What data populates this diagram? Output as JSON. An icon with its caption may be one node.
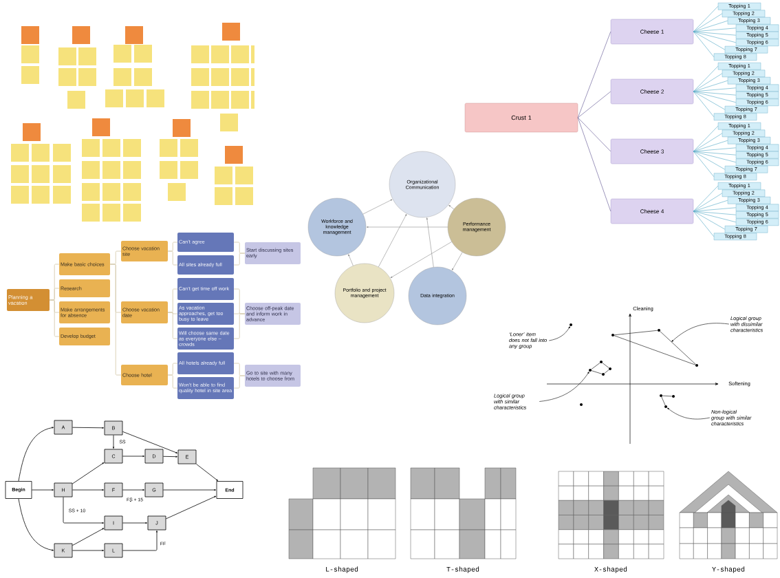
{
  "diagram": {
    "nodes": [
      {
        "text": [
          "Crust 1"
        ]
      },
      {
        "text": [
          "Cheese 1"
        ]
      },
      {
        "text": [
          "Topping 1"
        ]
      },
      {
        "text": [
          "Topping 2"
        ]
      },
      {
        "text": [
          "Topping 3"
        ]
      },
      {
        "text": [
          "Topping 4"
        ]
      },
      {
        "text": [
          "Topping 5"
        ]
      },
      {
        "text": [
          "Topping 6"
        ]
      },
      {
        "text": [
          "Topping 7"
        ]
      },
      {
        "text": [
          "Topping 8"
        ]
      },
      {
        "text": [
          "Cheese 2"
        ]
      },
      {
        "text": [
          "Topping 1"
        ]
      },
      {
        "text": [
          "Topping 2"
        ]
      },
      {
        "text": [
          "Topping 3"
        ]
      },
      {
        "text": [
          "Topping 4"
        ]
      },
      {
        "text": [
          "Topping 5"
        ]
      },
      {
        "text": [
          "Topping 6"
        ]
      },
      {
        "text": [
          "Topping 7"
        ]
      },
      {
        "text": [
          "Topping 8"
        ]
      },
      {
        "text": [
          "Cheese 3"
        ]
      },
      {
        "text": [
          "Topping 1"
        ]
      },
      {
        "text": [
          "Topping 2"
        ]
      },
      {
        "text": [
          "Topping 3"
        ]
      },
      {
        "text": [
          "Topping 4"
        ]
      },
      {
        "text": [
          "Topping 5"
        ]
      },
      {
        "text": [
          "Topping 6"
        ]
      },
      {
        "text": [
          "Topping 7"
        ]
      },
      {
        "text": [
          "Topping 8"
        ]
      },
      {
        "text": [
          "Cheese 4"
        ]
      },
      {
        "text": [
          "Topping 1"
        ]
      },
      {
        "text": [
          "Topping 2"
        ]
      },
      {
        "text": [
          "Topping 3"
        ]
      },
      {
        "text": [
          "Topping 4"
        ]
      },
      {
        "text": [
          "Topping 5"
        ]
      },
      {
        "text": [
          "Topping 6"
        ]
      },
      {
        "text": [
          "Topping 7"
        ]
      },
      {
        "text": [
          "Topping 8"
        ]
      },
      {
        "text": [
          "Organizational Communication"
        ]
      },
      {
        "text": [
          "Workforce and knowledge management"
        ]
      },
      {
        "text": [
          "Performance management"
        ]
      },
      {
        "text": [
          "Portfolio and project management"
        ]
      },
      {
        "text": [
          "Data integration"
        ]
      },
      {
        "text": [
          "Planning a vacation"
        ]
      },
      {
        "text": [
          "Make basic choices"
        ]
      },
      {
        "text": [
          "Research"
        ]
      },
      {
        "text": [
          "Make arrangements for absence"
        ]
      },
      {
        "text": [
          "Develop budget"
        ]
      },
      {
        "text": [
          "Choose vacation site"
        ]
      },
      {
        "text": [
          "Choose vacation date"
        ]
      },
      {
        "text": [
          "Choose hotel"
        ]
      },
      {
        "text": [
          "Can’t agree"
        ]
      },
      {
        "text": [
          "All sites already full"
        ]
      },
      {
        "text": [
          "Can’t get time off work"
        ]
      },
      {
        "text": [
          "As vacation approaches, get too busy to leave"
        ]
      },
      {
        "text": [
          "Will choose same date as everyone else – crowds"
        ]
      },
      {
        "text": [
          "All hotels already full"
        ]
      },
      {
        "text": [
          "Won’t be able to find quality hotel in site area"
        ]
      },
      {
        "text": [
          "Start discussing sites early"
        ]
      },
      {
        "text": [
          "Choose off-peak date and inform work in advance"
        ]
      },
      {
        "text": [
          "Go to site with many hotels to choose from"
        ]
      },
      {
        "text": [
          "‘Loner’ item does not fall into any group"
        ]
      },
      {
        "text": [
          "Logical group with dissimilar characteristics"
        ]
      },
      {
        "text": [
          "Logical group with similar characteristics"
        ]
      },
      {
        "text": [
          "Non-logical group with similar characteristics"
        ]
      },
      {
        "text": [],
        "shape": "circle"
      },
      {
        "text": [],
        "shape": "circle"
      },
      {
        "text": [],
        "shape": "circle"
      },
      {
        "text": [],
        "shape": "circle"
      },
      {
        "text": [],
        "shape": "circle"
      },
      {
        "text": [],
        "shape": "circle"
      },
      {
        "text": [],
        "shape": "circle"
      },
      {
        "text": [],
        "shape": "circle"
      },
      {
        "text": [],
        "shape": "circle"
      },
      {
        "text": [],
        "shape": "circle"
      },
      {
        "text": [],
        "shape": "circle"
      },
      {
        "text": [],
        "shape": "circle"
      },
      {
        "text": [
          "Begin"
        ]
      },
      {
        "text": [
          "A"
        ]
      },
      {
        "text": [
          "B"
        ]
      },
      {
        "text": [
          "C"
        ]
      },
      {
        "text": [
          "D"
        ]
      },
      {
        "text": [
          "E"
        ]
      },
      {
        "text": [
          "H"
        ]
      },
      {
        "text": [
          "F"
        ]
      },
      {
        "text": [
          "G"
        ]
      },
      {
        "text": [
          "I"
        ]
      },
      {
        "text": [
          "J"
        ]
      },
      {
        "text": [
          "K"
        ]
      },
      {
        "text": [
          "L"
        ]
      },
      {
        "text": [
          "End"
        ]
      }
    ],
    "edges": [
      {
        "from": 0,
        "to": 1,
        "arrow": "none",
        "color": "#5b4f8f"
      },
      {
        "from": 0,
        "to": 10,
        "arrow": "none",
        "color": "#5b4f8f"
      },
      {
        "from": 0,
        "to": 19,
        "arrow": "none",
        "color": "#5b4f8f"
      },
      {
        "from": 0,
        "to": 28,
        "arrow": "none",
        "color": "#5b4f8f"
      },
      {
        "from": 1,
        "to": 2,
        "arrow": "none",
        "color": "#4fa6c4"
      },
      {
        "from": 1,
        "to": 3,
        "arrow": "none",
        "color": "#4fa6c4"
      },
      {
        "from": 1,
        "to": 4,
        "arrow": "none",
        "color": "#4fa6c4"
      },
      {
        "from": 1,
        "to": 5,
        "arrow": "none",
        "color": "#4fa6c4"
      },
      {
        "from": 1,
        "to": 6,
        "arrow": "none",
        "color": "#4fa6c4"
      },
      {
        "from": 1,
        "to": 7,
        "arrow": "none",
        "color": "#4fa6c4"
      },
      {
        "from": 1,
        "to": 8,
        "arrow": "none",
        "color": "#4fa6c4"
      },
      {
        "from": 1,
        "to": 9,
        "arrow": "none",
        "color": "#4fa6c4"
      },
      {
        "from": 10,
        "to": 11,
        "arrow": "none",
        "color": "#4fa6c4"
      },
      {
        "from": 10,
        "to": 12,
        "arrow": "none",
        "color": "#4fa6c4"
      },
      {
        "from": 10,
        "to": 13,
        "arrow": "none",
        "color": "#4fa6c4"
      },
      {
        "from": 10,
        "to": 14,
        "arrow": "none",
        "color": "#4fa6c4"
      },
      {
        "from": 10,
        "to": 15,
        "arrow": "none",
        "color": "#4fa6c4"
      },
      {
        "from": 10,
        "to": 16,
        "arrow": "none",
        "color": "#4fa6c4"
      },
      {
        "from": 10,
        "to": 17,
        "arrow": "none",
        "color": "#4fa6c4"
      },
      {
        "from": 10,
        "to": 18,
        "arrow": "none",
        "color": "#4fa6c4"
      },
      {
        "from": 19,
        "to": 20,
        "arrow": "none",
        "color": "#4fa6c4"
      },
      {
        "from": 19,
        "to": 21,
        "arrow": "none",
        "color": "#4fa6c4"
      },
      {
        "from": 19,
        "to": 22,
        "arrow": "none",
        "color": "#4fa6c4"
      },
      {
        "from": 19,
        "to": 23,
        "arrow": "none",
        "color": "#4fa6c4"
      },
      {
        "from": 19,
        "to": 24,
        "arrow": "none",
        "color": "#4fa6c4"
      },
      {
        "from": 19,
        "to": 25,
        "arrow": "none",
        "color": "#4fa6c4"
      },
      {
        "from": 19,
        "to": 26,
        "arrow": "none",
        "color": "#4fa6c4"
      },
      {
        "from": 19,
        "to": 27,
        "arrow": "none",
        "color": "#4fa6c4"
      },
      {
        "from": 28,
        "to": 29,
        "arrow": "none",
        "color": "#4fa6c4"
      },
      {
        "from": 28,
        "to": 30,
        "arrow": "none",
        "color": "#4fa6c4"
      },
      {
        "from": 28,
        "to": 31,
        "arrow": "none",
        "color": "#4fa6c4"
      },
      {
        "from": 28,
        "to": 32,
        "arrow": "none",
        "color": "#4fa6c4"
      },
      {
        "from": 28,
        "to": 33,
        "arrow": "none",
        "color": "#4fa6c4"
      },
      {
        "from": 28,
        "to": 34,
        "arrow": "none",
        "color": "#4fa6c4"
      },
      {
        "from": 28,
        "to": 35,
        "arrow": "none",
        "color": "#4fa6c4"
      },
      {
        "from": 28,
        "to": 36,
        "arrow": "none",
        "color": "#4fa6c4"
      },
      {
        "from": 38,
        "to": 37,
        "arrow": "to",
        "color": "#8c8c8c"
      },
      {
        "from": 40,
        "to": 37,
        "arrow": "to",
        "color": "#8c8c8c"
      },
      {
        "from": 41,
        "to": 37,
        "arrow": "to",
        "color": "#8c8c8c"
      },
      {
        "from": 39,
        "to": 37,
        "arrow": "to",
        "color": "#8c8c8c"
      },
      {
        "from": 39,
        "to": 38,
        "arrow": "to",
        "color": "#8c8c8c"
      },
      {
        "from": 39,
        "to": 40,
        "arrow": "to",
        "color": "#8c8c8c"
      },
      {
        "from": 39,
        "to": 41,
        "arrow": "to",
        "color": "#8c8c8c"
      },
      {
        "from": 40,
        "to": 38,
        "arrow": "to",
        "color": "#8c8c8c"
      },
      {
        "from": 42,
        "to": 43,
        "arrow": "none",
        "color": "#d6cbae"
      },
      {
        "from": 42,
        "to": 44,
        "arrow": "none",
        "color": "#d6cbae"
      },
      {
        "from": 42,
        "to": 45,
        "arrow": "none",
        "color": "#d6cbae"
      },
      {
        "from": 42,
        "to": 46,
        "arrow": "none",
        "color": "#d6cbae"
      },
      {
        "from": 43,
        "to": 47,
        "arrow": "none",
        "color": "#d6cbae"
      },
      {
        "from": 43,
        "to": 48,
        "arrow": "none",
        "color": "#d6cbae"
      },
      {
        "from": 43,
        "to": 49,
        "arrow": "none",
        "color": "#d6cbae"
      },
      {
        "from": 47,
        "to": 50,
        "arrow": "none",
        "color": "#d6cbae"
      },
      {
        "from": 47,
        "to": 51,
        "arrow": "none",
        "color": "#d6cbae"
      },
      {
        "from": 48,
        "to": 52,
        "arrow": "none",
        "color": "#d6cbae"
      },
      {
        "from": 48,
        "to": 53,
        "arrow": "none",
        "color": "#d6cbae"
      },
      {
        "from": 48,
        "to": 54,
        "arrow": "none",
        "color": "#d6cbae"
      },
      {
        "from": 49,
        "to": 55,
        "arrow": "none",
        "color": "#d6cbae"
      },
      {
        "from": 49,
        "to": 56,
        "arrow": "none",
        "color": "#d6cbae"
      },
      {
        "from": 50,
        "to": 57,
        "arrow": "none",
        "color": "#d6cbae"
      },
      {
        "from": 51,
        "to": 57,
        "arrow": "none",
        "color": "#d6cbae"
      },
      {
        "from": 52,
        "to": 58,
        "arrow": "none",
        "color": "#d6cbae"
      },
      {
        "from": 53,
        "to": 58,
        "arrow": "none",
        "color": "#d6cbae"
      },
      {
        "from": 54,
        "to": 58,
        "arrow": "none",
        "color": "#d6cbae"
      },
      {
        "from": 55,
        "to": 59,
        "arrow": "none",
        "color": "#d6cbae"
      },
      {
        "from": 56,
        "to": 59,
        "arrow": "none",
        "color": "#d6cbae"
      },
      {
        "from": 66,
        "to": 65,
        "arrow": "none",
        "color": "#000000"
      },
      {
        "from": 65,
        "to": 68,
        "arrow": "none",
        "color": "#000000"
      },
      {
        "from": 66,
        "to": 68,
        "arrow": "none",
        "color": "#000000"
      },
      {
        "from": 70,
        "to": 67,
        "arrow": "none",
        "color": "#000000"
      },
      {
        "from": 67,
        "to": 69,
        "arrow": "none",
        "color": "#000000"
      },
      {
        "from": 69,
        "to": 71,
        "arrow": "none",
        "color": "#000000"
      },
      {
        "from": 71,
        "to": 70,
        "arrow": "none",
        "color": "#000000"
      },
      {
        "from": 72,
        "to": 73,
        "arrow": "none",
        "color": "#000000"
      },
      {
        "from": 72,
        "to": 75,
        "arrow": "none",
        "color": "#000000"
      },
      {
        "from": 60,
        "to": 64,
        "arrow": "to",
        "color": "#000000"
      },
      {
        "from": 61,
        "to": null,
        "arrow": "to",
        "color": "#000000"
      },
      {
        "from": 62,
        "to": 70,
        "arrow": "to",
        "color": "#000000"
      },
      {
        "from": 63,
        "to": 75,
        "arrow": "to",
        "color": "#000000"
      },
      {
        "from": 76,
        "to": 77,
        "arrow": "to",
        "color": "#000000"
      },
      {
        "from": 76,
        "to": 82,
        "arrow": "to",
        "color": "#000000"
      },
      {
        "from": 76,
        "to": 87,
        "arrow": "to",
        "color": "#000000"
      },
      {
        "from": 77,
        "to": 78,
        "arrow": "to",
        "color": "#000000"
      },
      {
        "from": 78,
        "to": 79,
        "arrow": "to",
        "label": "SS",
        "color": "#000000"
      },
      {
        "from": 78,
        "to": 81,
        "arrow": "to",
        "color": "#000000"
      },
      {
        "from": 79,
        "to": 80,
        "arrow": "to",
        "color": "#000000"
      },
      {
        "from": 80,
        "to": 81,
        "arrow": "to",
        "color": "#000000"
      },
      {
        "from": 81,
        "to": 89,
        "arrow": "to",
        "color": "#000000"
      },
      {
        "from": 82,
        "to": 79,
        "arrow": "to",
        "color": "#000000"
      },
      {
        "from": 82,
        "to": 83,
        "arrow": "to",
        "color": "#000000"
      },
      {
        "from": 83,
        "to": 84,
        "arrow": "to",
        "label": "FS + 15",
        "color": "#000000"
      },
      {
        "from": 84,
        "to": 89,
        "arrow": "to",
        "color": "#000000"
      },
      {
        "from": 82,
        "to": 85,
        "arrow": "to",
        "label": "SS + 10",
        "color": "#000000"
      },
      {
        "from": 85,
        "to": 86,
        "arrow": "to",
        "color": "#000000"
      },
      {
        "from": 86,
        "to": 89,
        "arrow": "to",
        "color": "#000000"
      },
      {
        "from": 87,
        "to": 85,
        "arrow": "to",
        "color": "#000000"
      },
      {
        "from": 87,
        "to": 88,
        "arrow": "to",
        "color": "#000000"
      },
      {
        "from": 88,
        "to": 86,
        "arrow": "to",
        "label": "FF",
        "color": "#000000"
      }
    ],
    "labels": [
      "Cleaning",
      "Softening",
      "L-shaped",
      "T-shaped",
      "X-shaped",
      "Y-shaped"
    ]
  }
}
